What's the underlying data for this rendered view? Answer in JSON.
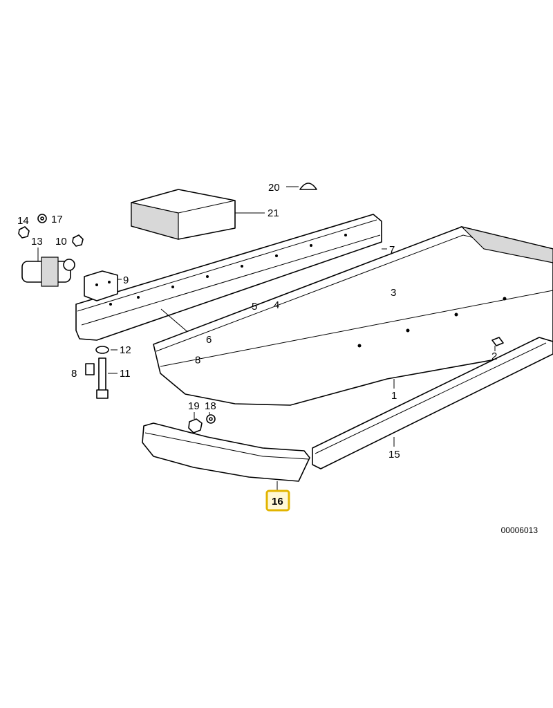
{
  "diagram": {
    "reference_code": "00006013",
    "highlight_color": "#e2b400",
    "highlighted_part": "16",
    "labels": {
      "p1": "1",
      "p2": "2",
      "p3": "3",
      "p4": "4",
      "p5": "5",
      "p6": "6",
      "p7": "7",
      "p8a": "8",
      "p8b": "8",
      "p9": "9",
      "p10": "10",
      "p11": "11",
      "p12": "12",
      "p13": "13",
      "p14": "14",
      "p15": "15",
      "p16": "16",
      "p17": "17",
      "p18": "18",
      "p19": "19",
      "p20": "20",
      "p21": "21"
    }
  }
}
